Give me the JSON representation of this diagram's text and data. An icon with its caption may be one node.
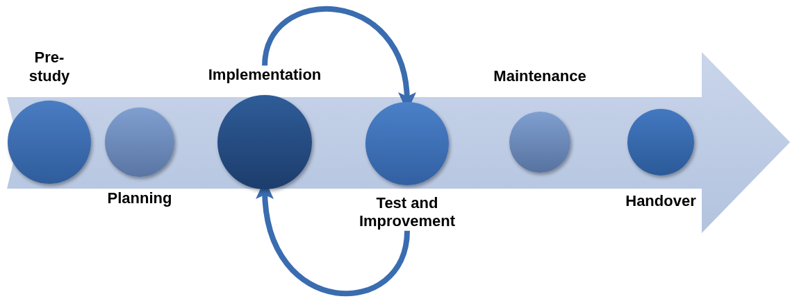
{
  "diagram": {
    "nodes": [
      {
        "text": [
          "Pre- study"
        ]
      },
      {
        "text": [
          "Planning"
        ]
      },
      {
        "text": [
          "Implementation"
        ]
      },
      {
        "text": [
          "Test and Improvement"
        ]
      },
      {
        "text": [
          "Maintenance"
        ]
      },
      {
        "text": [
          "Handover"
        ]
      }
    ],
    "edges": [
      {
        "from": 2,
        "to": 3,
        "arrow": "to"
      },
      {
        "from": 3,
        "to": 2,
        "arrow": "to"
      }
    ]
  }
}
